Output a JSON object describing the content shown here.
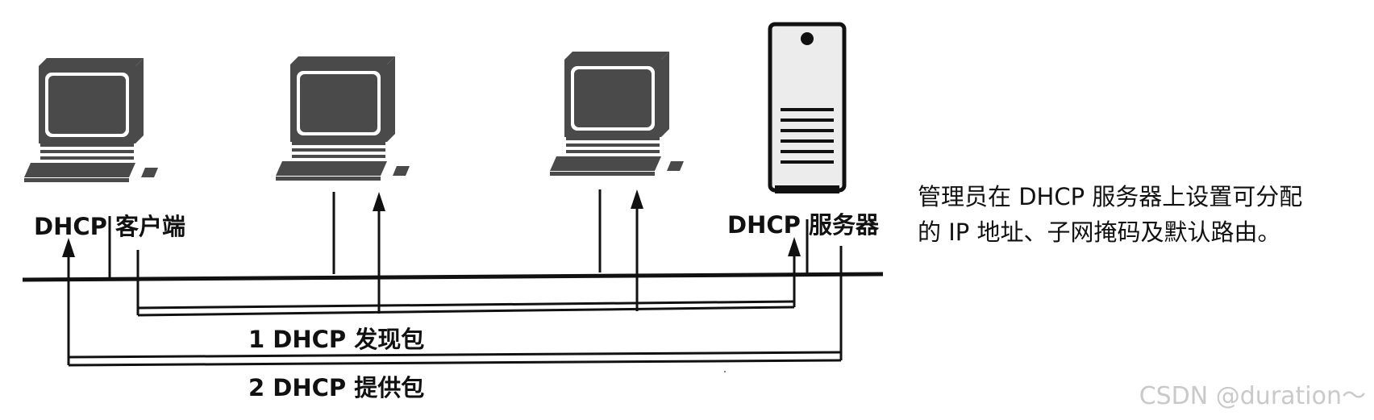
{
  "client_label": "DHCP 客户端",
  "server_label": "DHCP 服务器",
  "discover_label": "1 DHCP 发现包",
  "offer_label": "2 DHCP 提供包",
  "note": {
    "line1": "管理员在 DHCP 服务器上设置可分配",
    "line2": "的 IP 地址、子网掩码及默认路由。"
  },
  "watermark": "CSDN @duration～",
  "icons": {
    "client": "desktop-computer-icon",
    "pc2": "desktop-computer-icon",
    "pc3": "desktop-computer-icon",
    "server": "tower-server-icon"
  },
  "colors": {
    "ink": "#111111",
    "screen": "#4a4a4a",
    "server_face": "#ececec",
    "watermark": "#c9c9c9"
  }
}
